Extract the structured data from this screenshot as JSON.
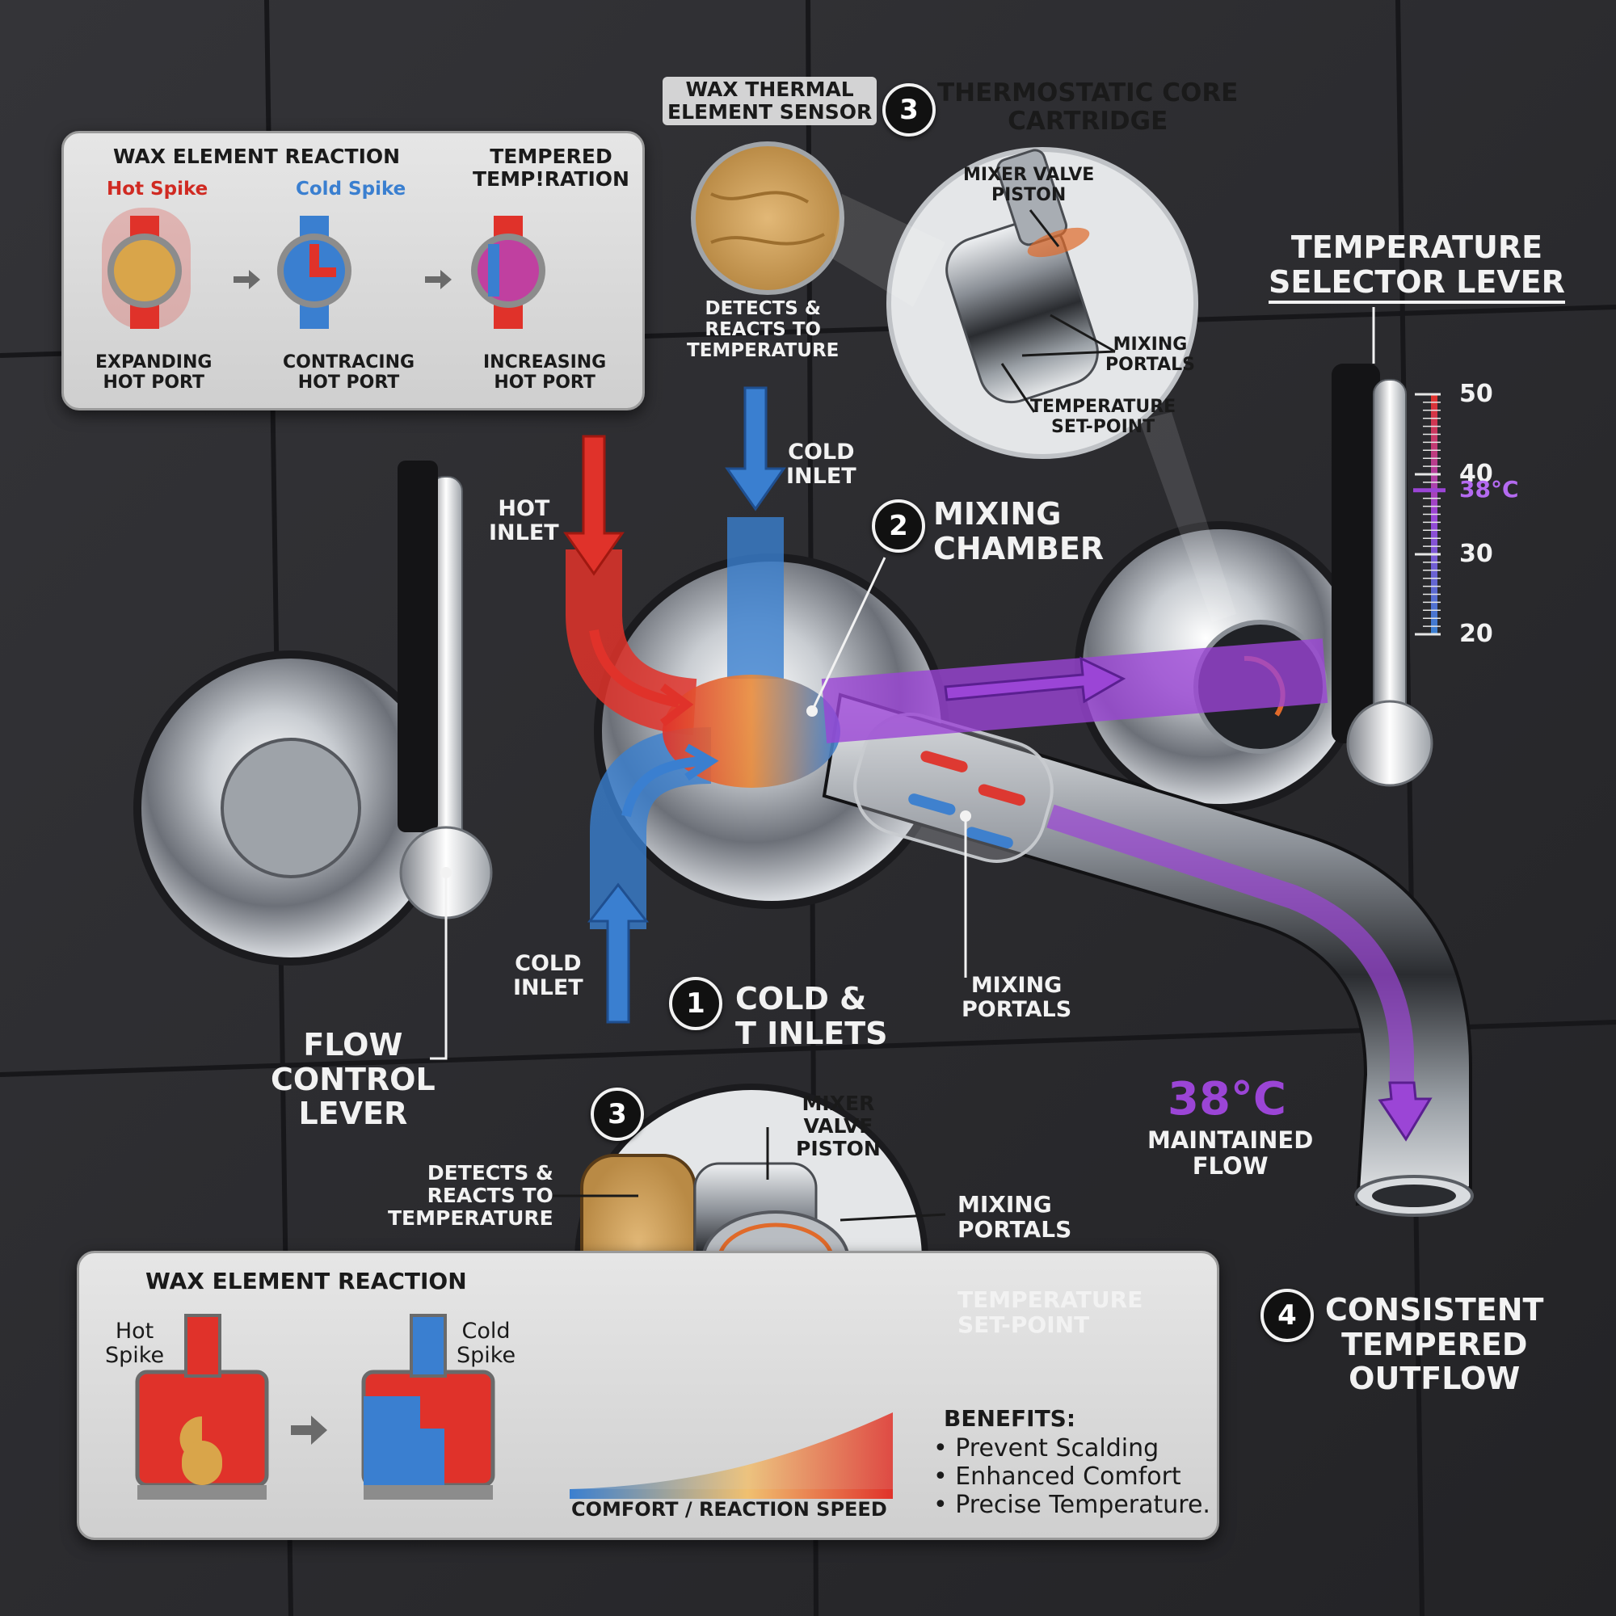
{
  "colors": {
    "hot": "#e0322a",
    "cold": "#3a7fd0",
    "tempered": "#9b45d6",
    "wall": "#2b2b2e",
    "panel": "#dddddd"
  },
  "labels": {
    "wax_thermal_element_sensor": "WAX THERMAL\nELEMENT SENSOR",
    "thermostatic_core_cartridge": "THERMOSTATIC CORE\nCARTRIDGE",
    "mixer_valve_piston_top": "MIXER VALVE\nPISTON",
    "mixing_portals_top": "MIXING\nPORTALS",
    "temperature_set_point_top": "TEMPERATURE\nSET-POINT",
    "detects_reacts_top": "DETECTS &\nREACTS TO\nTEMPERATURE",
    "temperature_selector_lever": "TEMPERATURE\nSELECTOR LEVER",
    "cold_inlet_top": "COLD\nINLET",
    "hot_inlet": "HOT\nINLET",
    "mixing_chamber": "MIXING\nCHAMBER",
    "cold_inlet_bottom": "COLD\nINLET",
    "cold_t_inlets": "COLD &\nT INLETS",
    "mixing_portals_mid": "MIXING\nPORTALS",
    "flow_control_lever": "FLOW\nCONTROL\nLEVER",
    "maintained_temp": "38°C",
    "maintained_flow": "MAINTAINED\nFLOW",
    "consistent_outflow": "CONSISTENT\nTEMPERED\nOUTFLOW",
    "mixer_valve_piston_bottom": "MIXER\nVALVE\nPISTON",
    "detects_reacts_bottom": "DETECTS &\nREACTS TO\nTEMPERATURE",
    "mixing_portals_bottom": "MIXING\nPORTALS",
    "temperature_set_point_bottom": "TEMPERATURE\nSET-POINT"
  },
  "badges": {
    "b1": "1",
    "b2": "2",
    "b3_top": "3",
    "b3_bottom": "3",
    "b4": "4"
  },
  "scale": {
    "ticks": [
      "50",
      "40",
      "38°C",
      "30",
      "20"
    ],
    "selected": "38°C",
    "selected_value": 38,
    "min": 20,
    "max": 50
  },
  "top_panel": {
    "title": "WAX ELEMENT REACTION",
    "tempered_title": "TEMPERED\nTEMP!RATION",
    "hot_spike": "Hot Spike",
    "cold_spike": "Cold Spike",
    "captions": [
      "EXPANDING\nHOT PORT",
      "CONTRACING\nHOT PORT",
      "INCREASING\nHOT PORT"
    ]
  },
  "bottom_panel": {
    "title": "WAX ELEMENT REACTION",
    "hot_spike": "Hot\nSpike",
    "cold_spike": "Cold\nSpike",
    "speed_label": "COMFORT / REACTION SPEED",
    "benefits_title": "BENEFITS:",
    "benefits": [
      "• Prevent Scalding",
      "• Enhanced Comfort",
      "• Precise Temperature."
    ]
  }
}
